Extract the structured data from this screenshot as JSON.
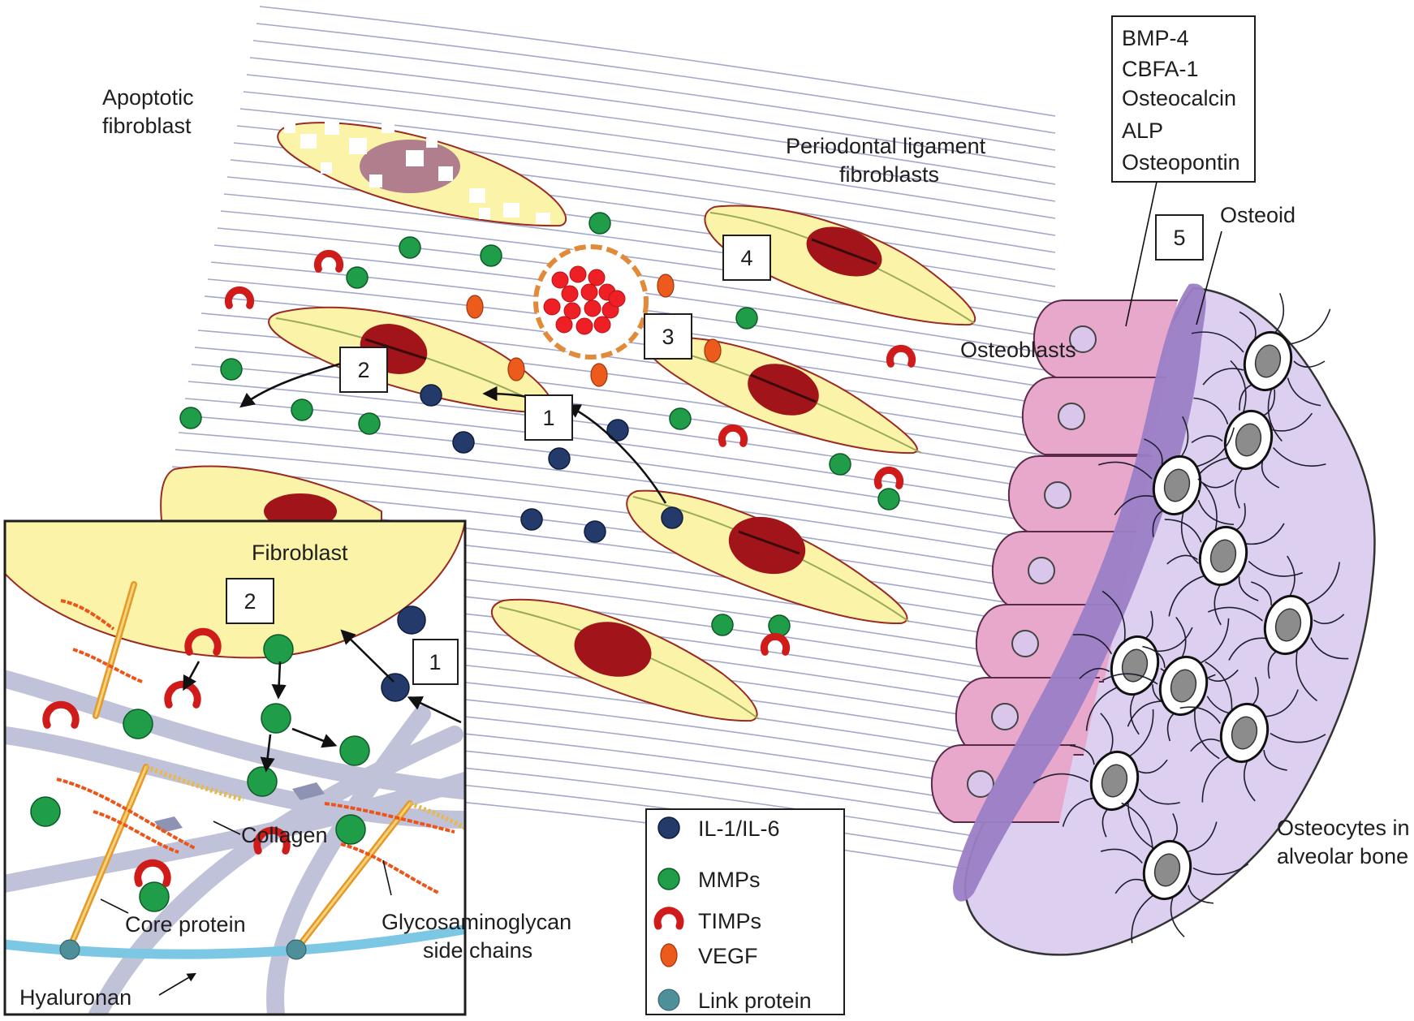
{
  "labels": {
    "apoptotic_fibroblast": [
      "Apoptotic",
      "fibroblast"
    ],
    "pdl_fibroblasts": [
      "Periodontal ligament",
      "fibroblasts"
    ],
    "osteoid": "Osteoid",
    "osteoblasts": "Osteoblasts",
    "osteocytes": [
      "Osteocytes in",
      "alveolar bone"
    ],
    "fibroblast": "Fibroblast",
    "collagen": "Collagen",
    "core_protein": "Core protein",
    "gag": [
      "Glycosaminoglycan",
      "side chains"
    ],
    "hyaluronan": "Hyaluronan"
  },
  "markers": [
    "BMP-4",
    "CBFA-1",
    "Osteocalcin",
    "ALP",
    "Osteopontin"
  ],
  "steps": {
    "s1": "1",
    "s2": "2",
    "s3": "3",
    "s4": "4",
    "s5": "5",
    "inset_1": "1",
    "inset_2": "2"
  },
  "legend": [
    {
      "label": "IL-1/IL-6",
      "symbol": "dark-blue-circle",
      "color": "#243a6b"
    },
    {
      "label": "MMPs",
      "symbol": "green-circle",
      "color": "#1f9d48"
    },
    {
      "label": "TIMPs",
      "symbol": "red-arc",
      "color": "#d01b1b"
    },
    {
      "label": "VEGF",
      "symbol": "orange-oval",
      "color": "#ec5a1c"
    },
    {
      "label": "Link protein",
      "symbol": "teal-circle",
      "color": "#4f8f99"
    }
  ],
  "colors": {
    "fibroblast_fill": "#faf3a8",
    "nucleus": "#a0141a",
    "fiber": "#a3a8c8",
    "osteoblast": "#e8a8cc",
    "osteoid": "#9b7ec6",
    "bone": "#dccff0",
    "hyaluronan": "#7cc8e4"
  }
}
